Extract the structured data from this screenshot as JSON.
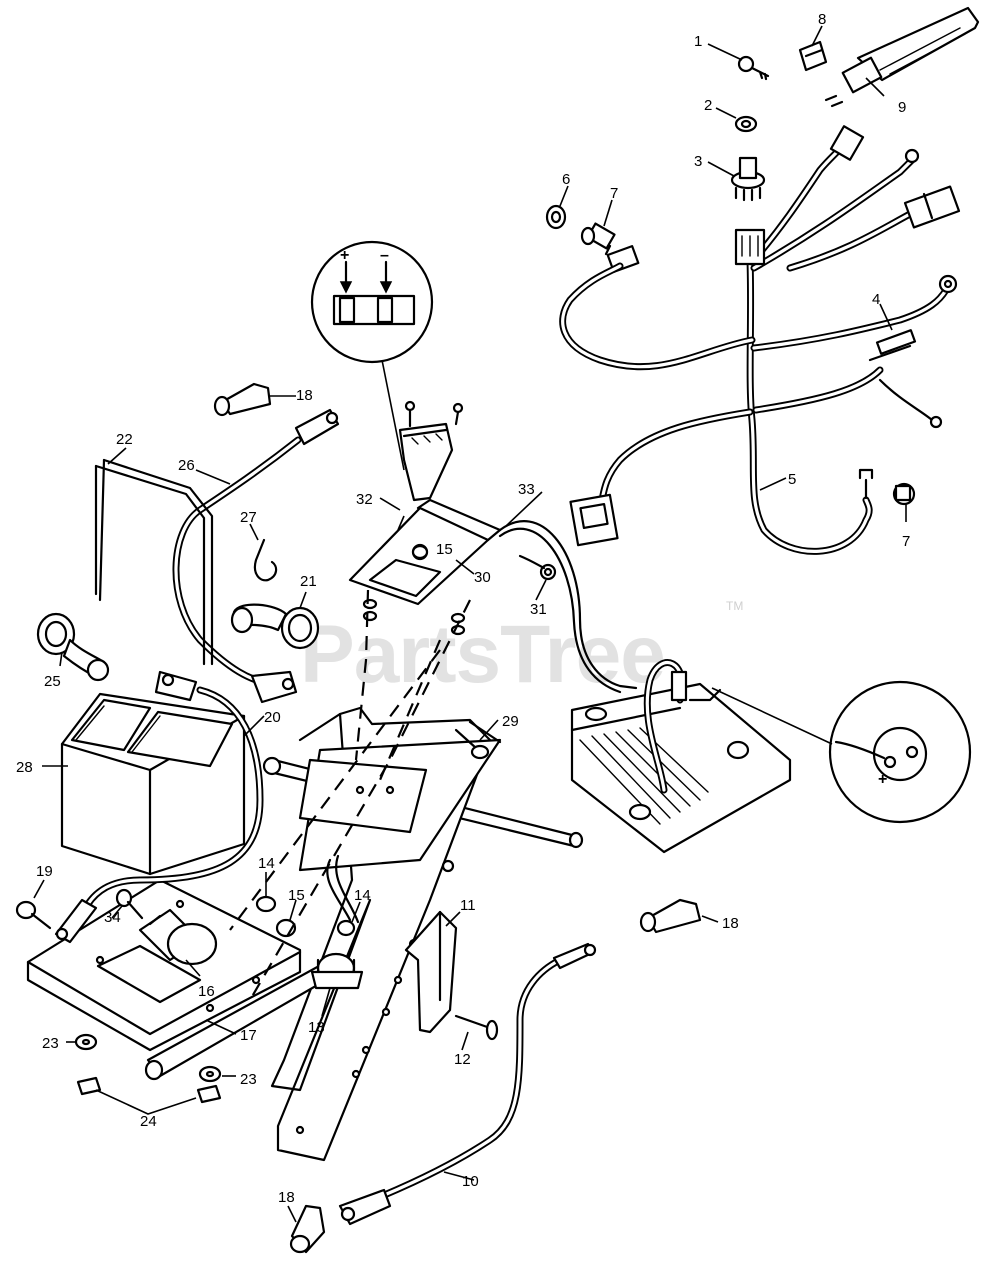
{
  "watermark": {
    "text": "PartsTree",
    "trademark": "TM"
  },
  "terminal_symbols": {
    "plus": "+",
    "minus": "–",
    "ground_plus": "+"
  },
  "callouts": {
    "n1": "1",
    "n2": "2",
    "n3": "3",
    "n4": "4",
    "n5": "5",
    "n6": "6",
    "n7a": "7",
    "n7b": "7",
    "n8": "8",
    "n9": "9",
    "n10": "10",
    "n11": "11",
    "n12": "12",
    "n13": "13",
    "n14a": "14",
    "n14b": "14",
    "n15a": "15",
    "n15b": "15",
    "n16": "16",
    "n17": "17",
    "n18a": "18",
    "n18b": "18",
    "n18c": "18",
    "n19": "19",
    "n20": "20",
    "n21": "21",
    "n22": "22",
    "n23a": "23",
    "n23b": "23",
    "n24": "24",
    "n25": "25",
    "n26": "26",
    "n27": "27",
    "n28": "28",
    "n29": "29",
    "n30": "30",
    "n31": "31",
    "n32": "32",
    "n33": "33",
    "n34": "34"
  }
}
